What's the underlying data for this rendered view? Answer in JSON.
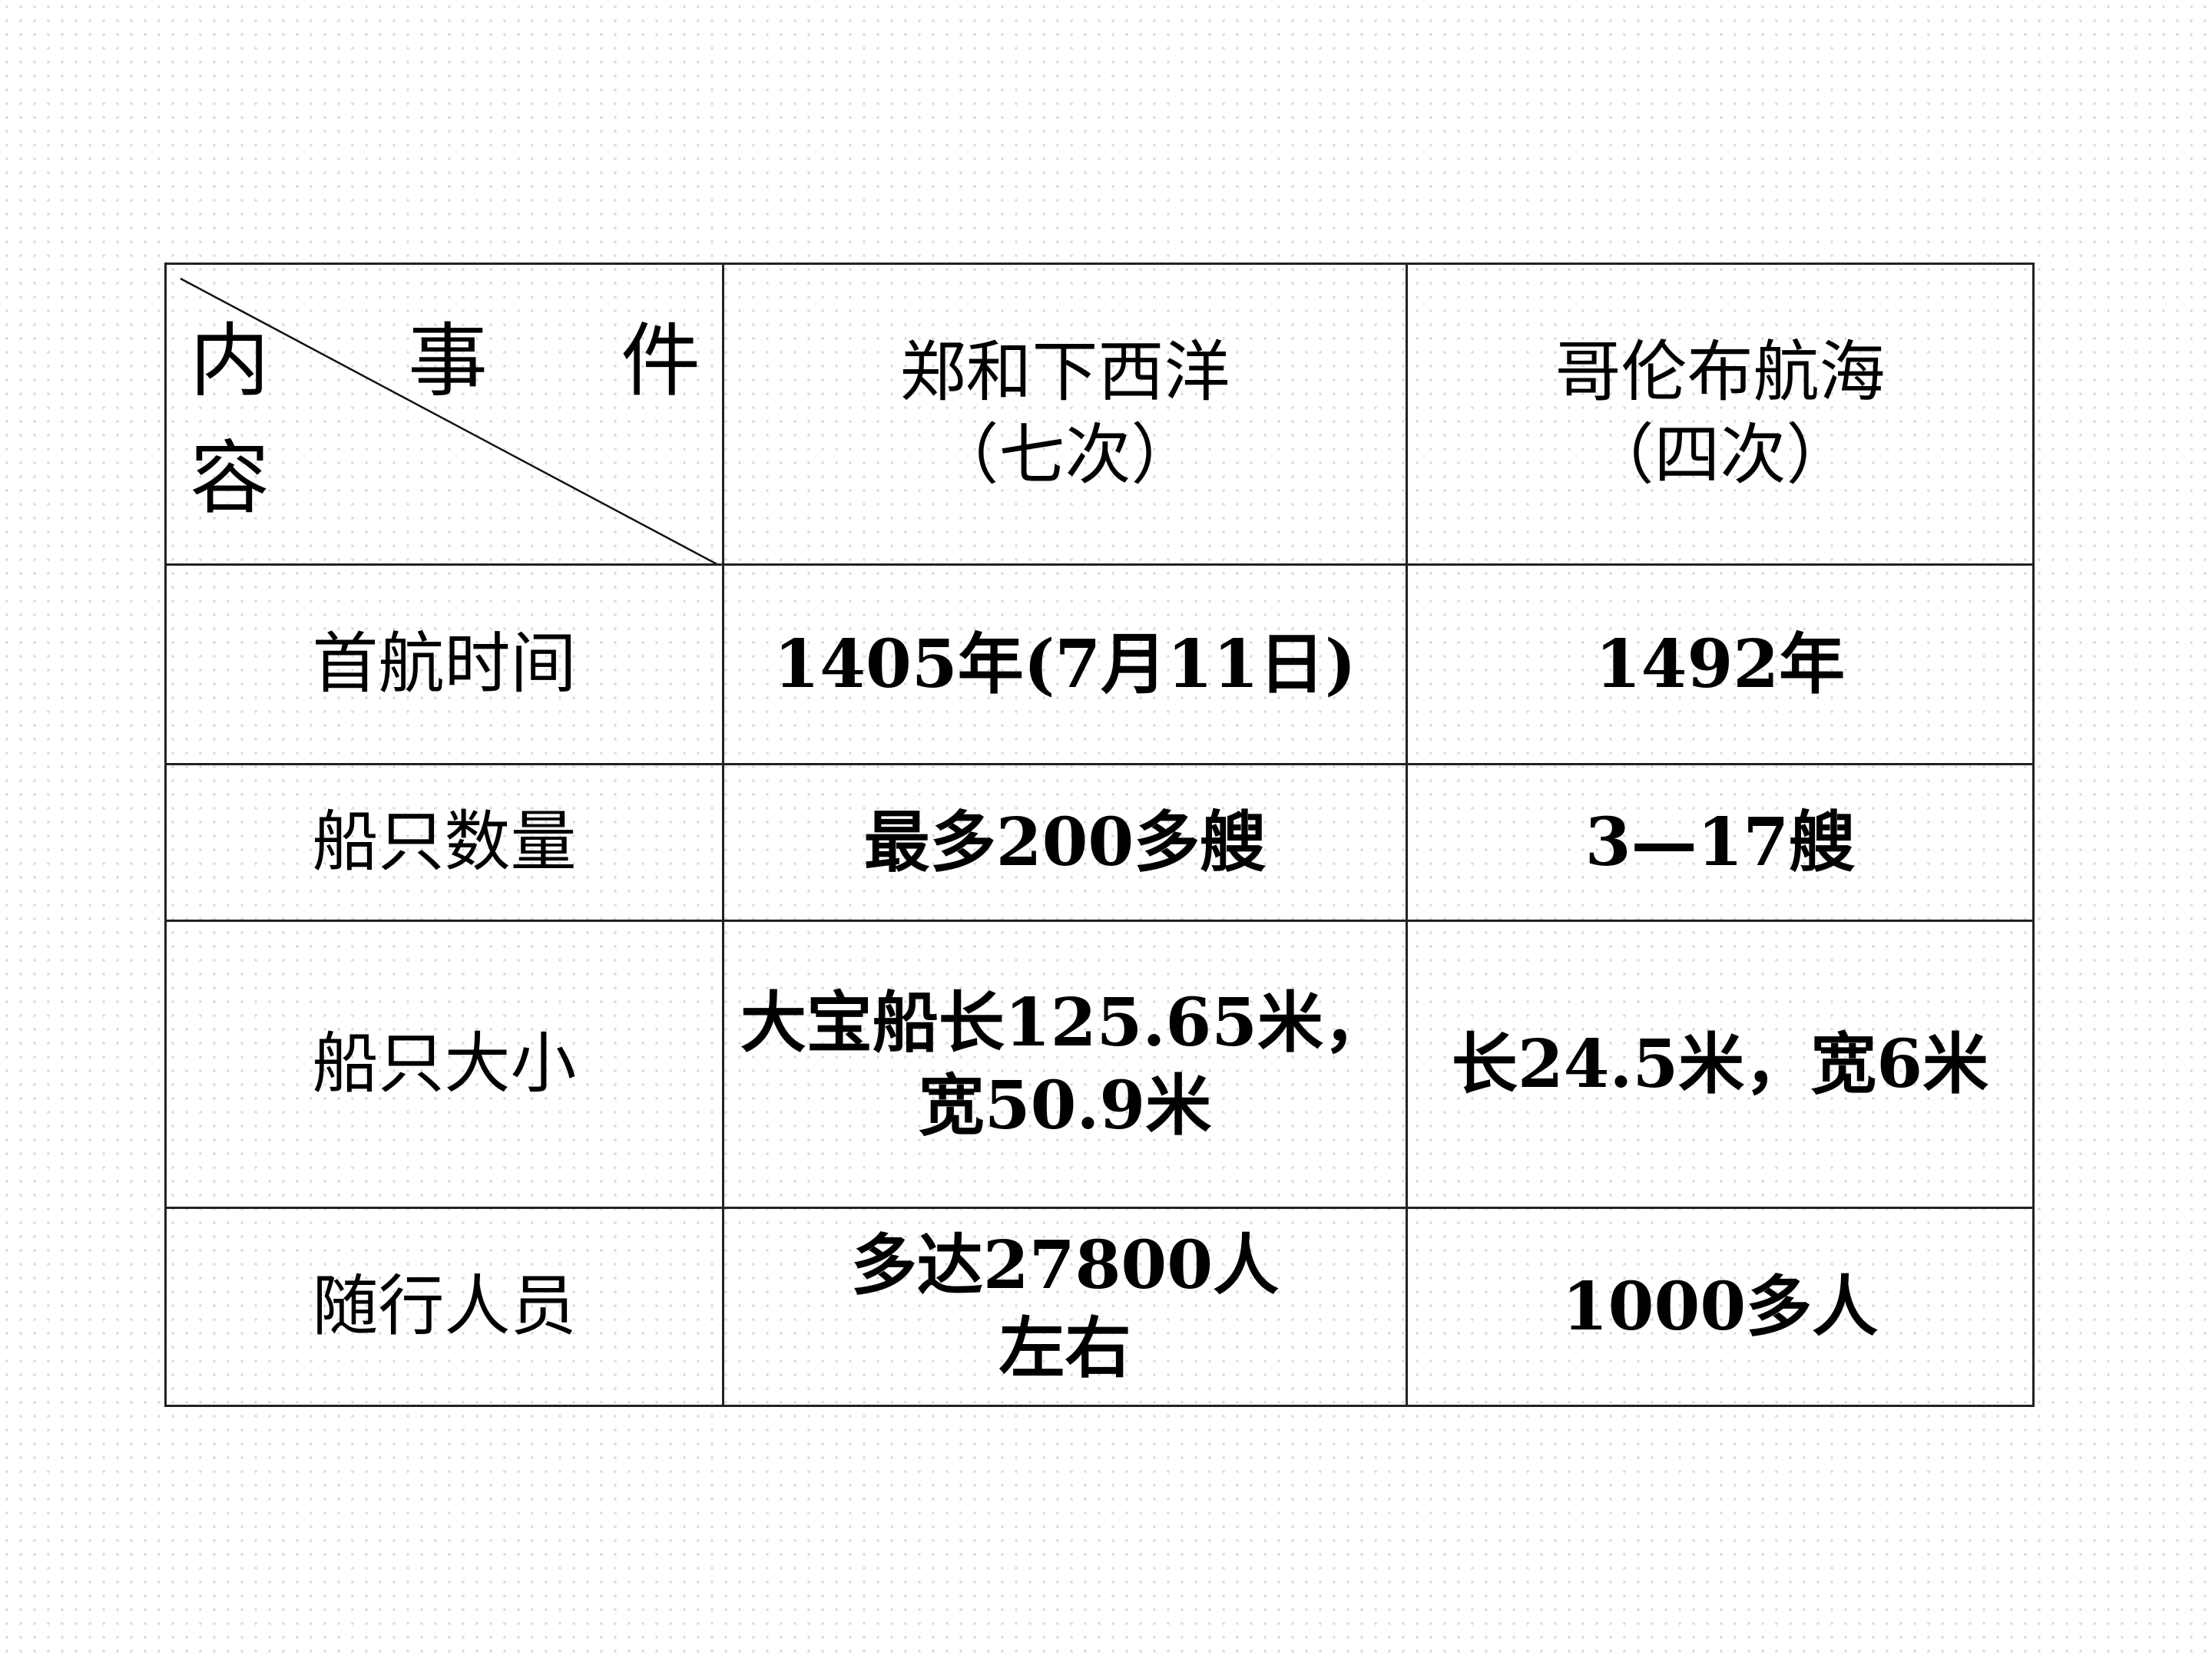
{
  "table": {
    "corner": {
      "top_left": "内",
      "top_right": "事 件",
      "bottom_left": "容"
    },
    "columns": [
      {
        "name": "郑和下西洋",
        "note": "（七次）"
      },
      {
        "name": "哥伦布航海",
        "note": "（四次）"
      }
    ],
    "rows": [
      {
        "label": "首航时间",
        "zheng_he": [
          "1405年(7月11日)"
        ],
        "columbus": [
          "1492年"
        ]
      },
      {
        "label": "船只数量",
        "zheng_he": [
          "最多200多艘"
        ],
        "columbus": [
          "3—17艘"
        ]
      },
      {
        "label": "船只大小",
        "zheng_he": [
          "大宝船长125.65米，",
          "宽50.9米"
        ],
        "columbus": [
          "长24.5米，宽6米"
        ]
      },
      {
        "label": "随行人员",
        "zheng_he": [
          "多达27800人",
          "左右"
        ],
        "columbus": [
          "1000多人"
        ]
      }
    ]
  }
}
